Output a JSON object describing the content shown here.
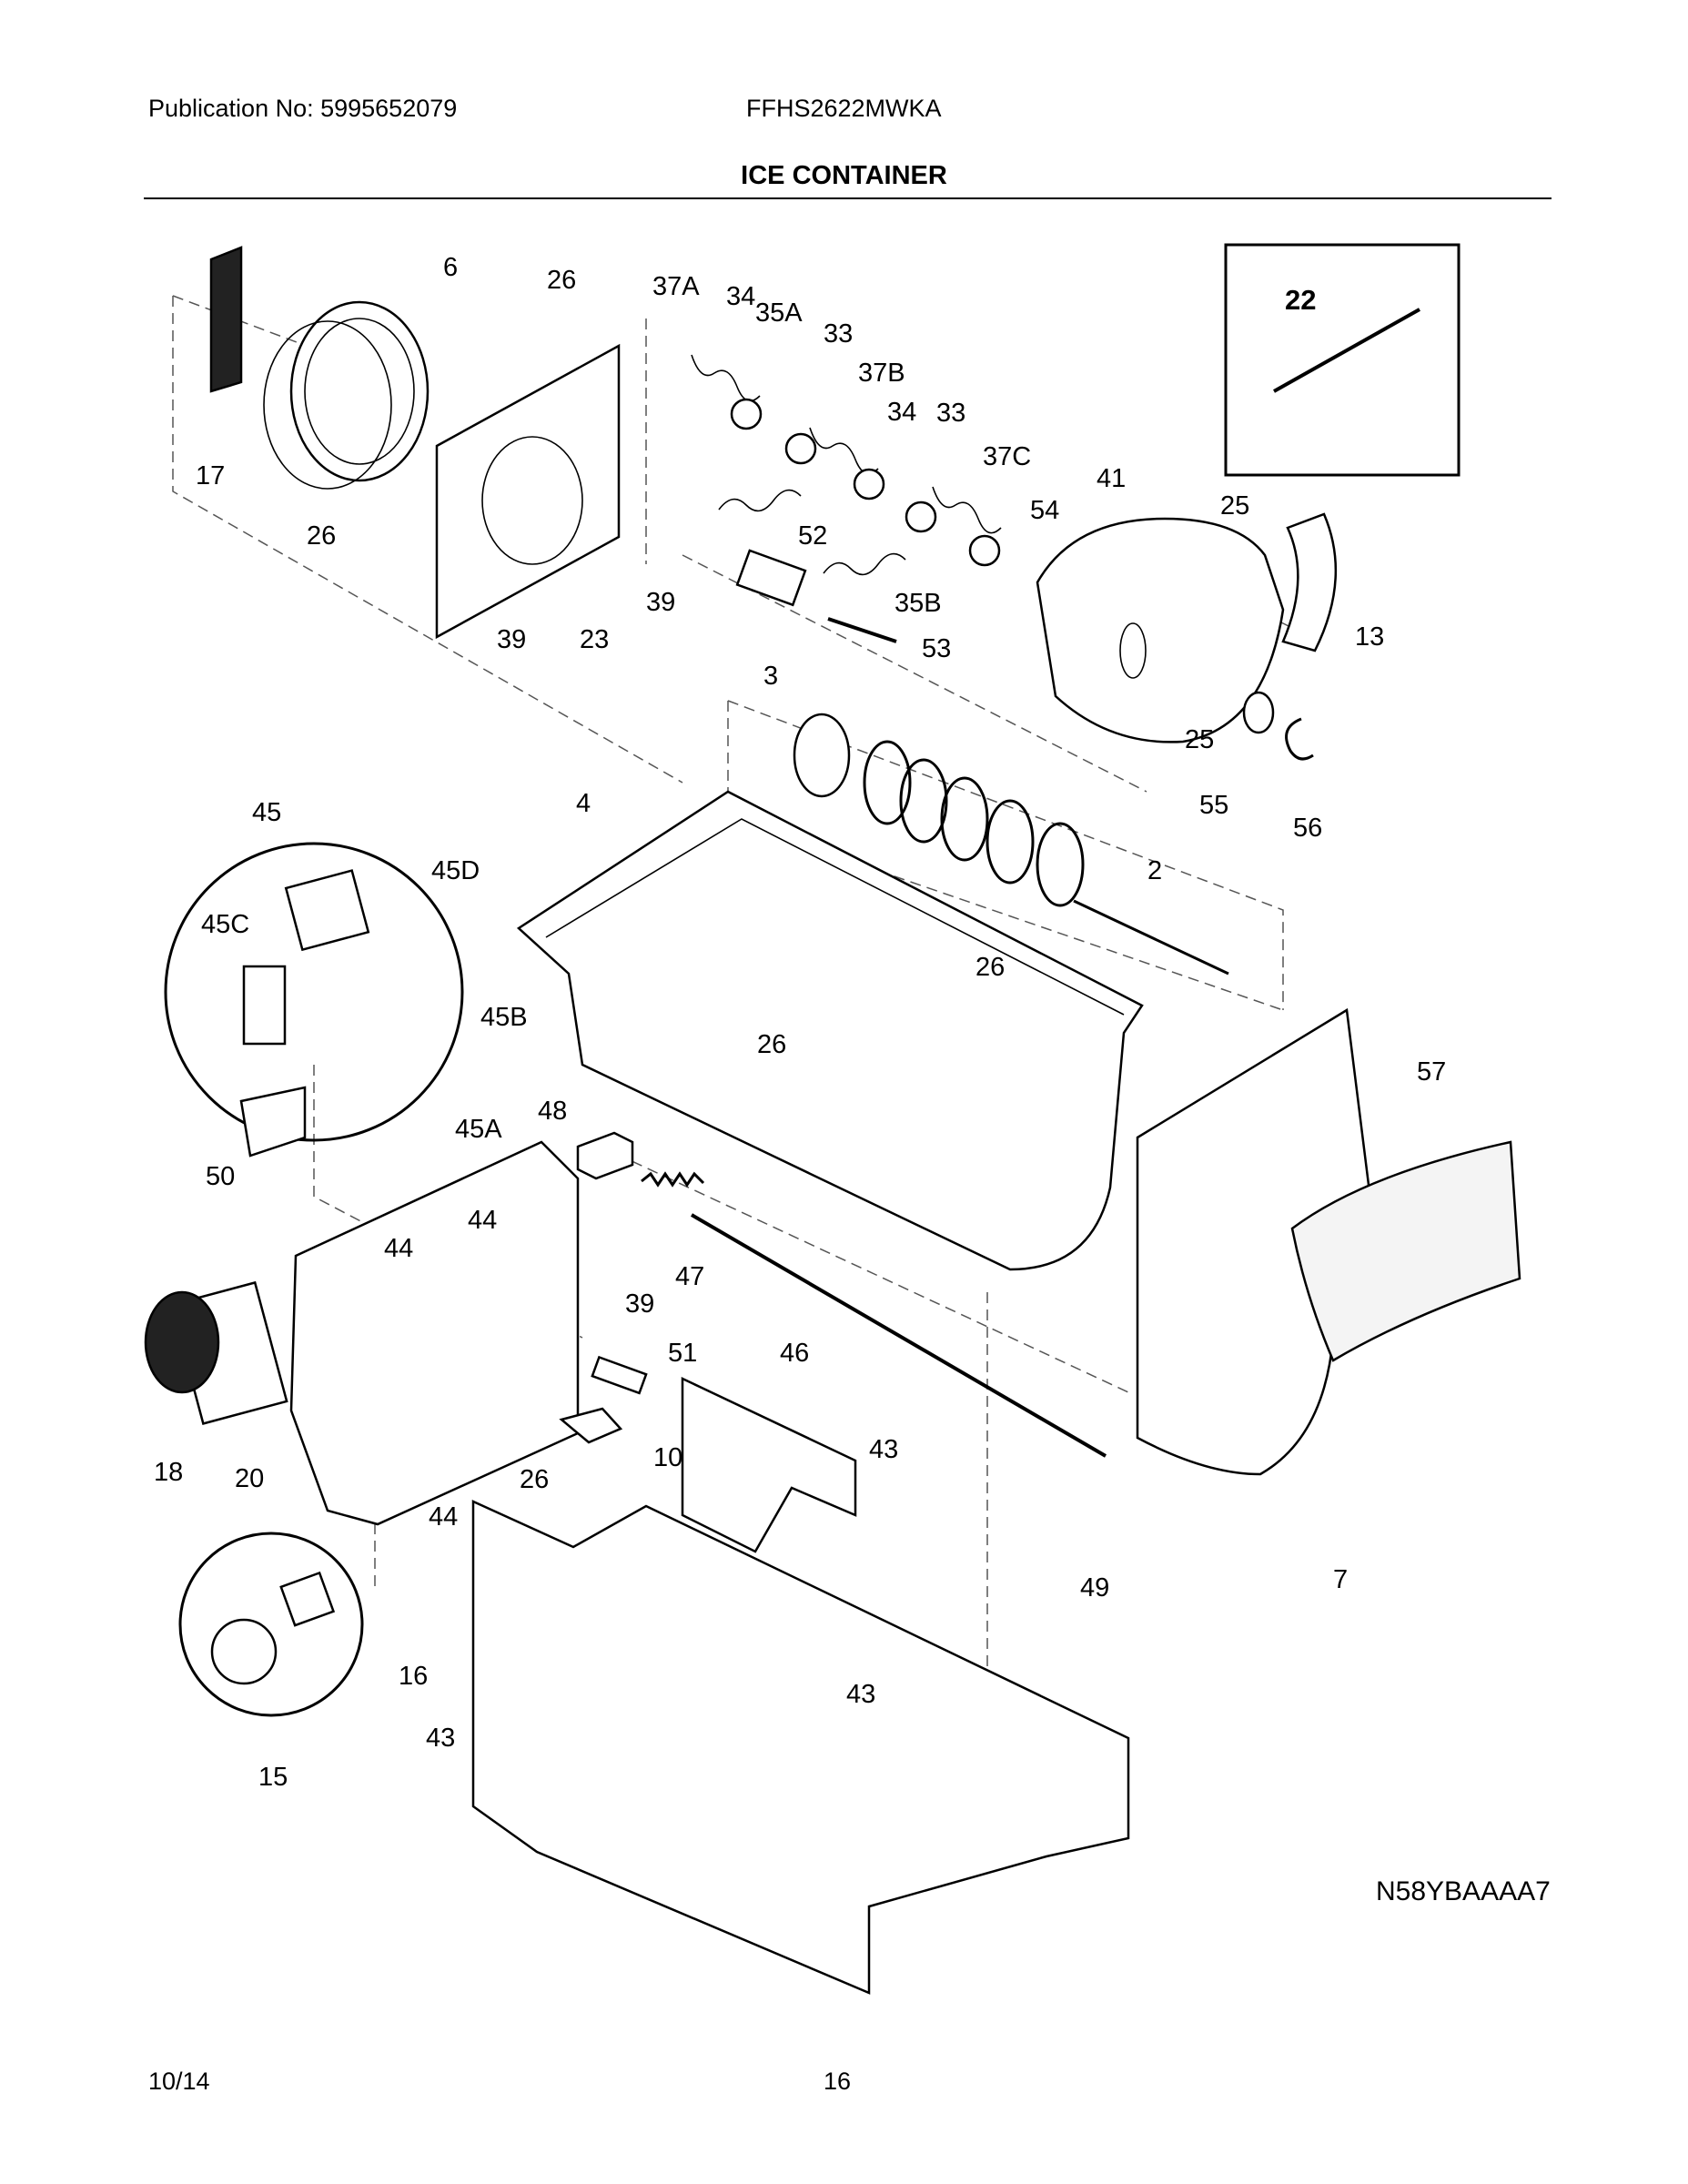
{
  "header": {
    "publication": "Publication No: 5995652079",
    "model": "FFHS2622MWKA",
    "title": "ICE CONTAINER"
  },
  "diagram": {
    "inset_label": "22",
    "callouts": [
      "6",
      "26",
      "37A",
      "34",
      "35A",
      "33",
      "37B",
      "34",
      "33",
      "37C",
      "41",
      "25",
      "17",
      "26",
      "39",
      "23",
      "39",
      "54",
      "52",
      "13",
      "35B",
      "53",
      "3",
      "25",
      "55",
      "56",
      "45",
      "4",
      "45D",
      "2",
      "45C",
      "26",
      "45B",
      "26",
      "57",
      "45A",
      "48",
      "50",
      "44",
      "44",
      "47",
      "39",
      "51",
      "46",
      "43",
      "18",
      "20",
      "26",
      "10",
      "44",
      "49",
      "7",
      "16",
      "43",
      "43",
      "15"
    ],
    "drawing_code": "N58YBAAAA7"
  },
  "footer": {
    "date": "10/14",
    "page": "16"
  }
}
